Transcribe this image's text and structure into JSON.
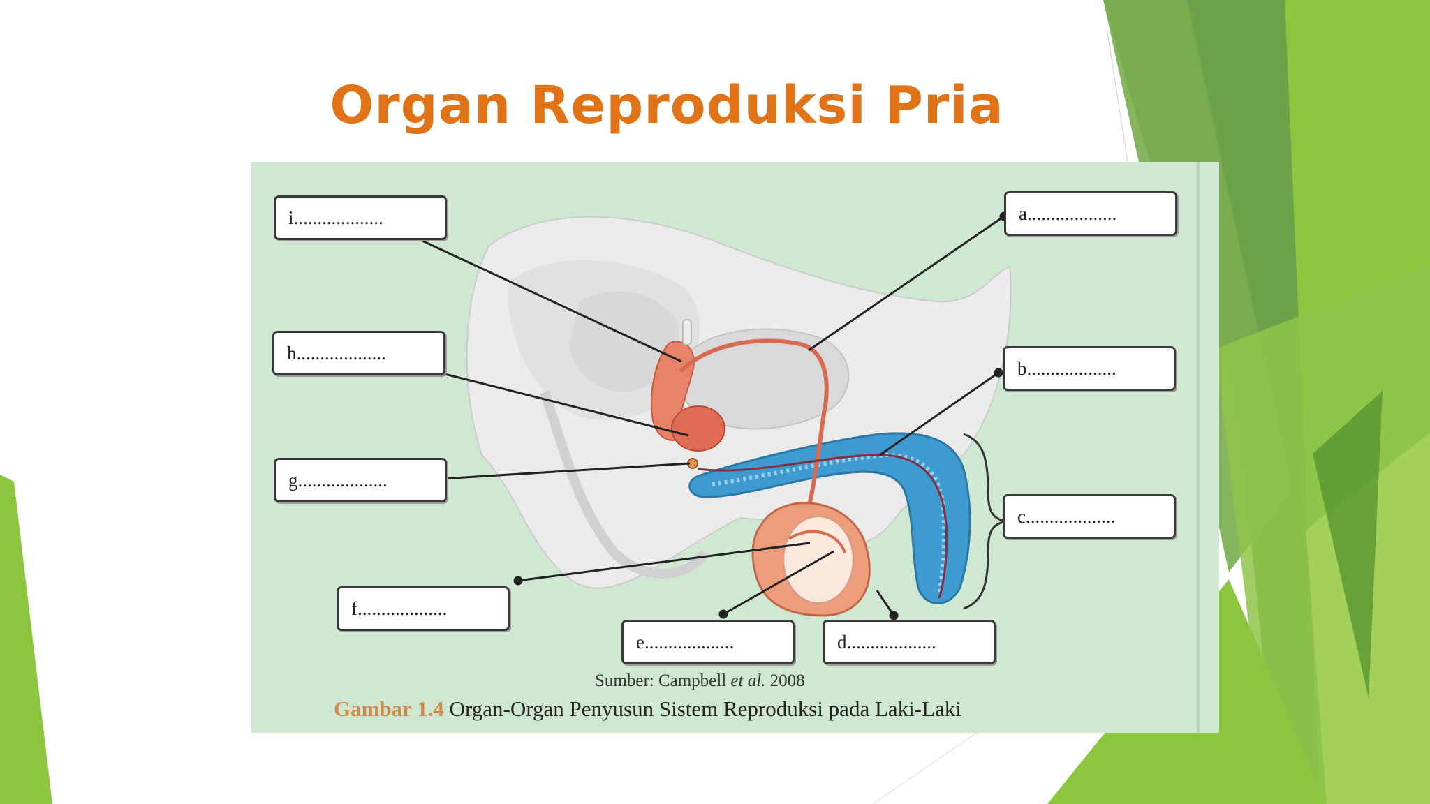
{
  "slide": {
    "title": "Organ Reproduksi Pria"
  },
  "figure": {
    "labels": {
      "a": "a...................",
      "b": "b...................",
      "c": "c...................",
      "d": "d...................",
      "e": "e...................",
      "f": "f...................",
      "g": "g...................",
      "h": "h...................",
      "i": "i..................."
    },
    "source_prefix": "Sumber: Campbell ",
    "source_italic": "et al.",
    "source_year": " 2008",
    "caption_number": "Gambar 1.4",
    "caption_text": " Organ-Organ Penyusun Sistem Reproduksi pada Laki-Laki"
  },
  "colors": {
    "title": "#e07217",
    "figure_background": "#cfe8d1",
    "green_dark": "#5a9a3c",
    "green_light": "#8cc63f",
    "organ_pink": "#e8826a",
    "erectile_blue": "#3d9bd0"
  }
}
